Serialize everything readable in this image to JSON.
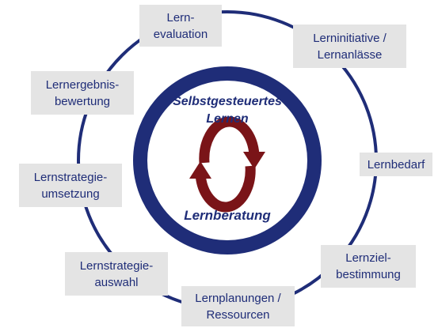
{
  "colors": {
    "ring": "#1f2d78",
    "arrows": "#7a1418",
    "box_fill": "#e4e4e4",
    "text": "#1f2d78"
  },
  "center": {
    "title_line1": "Selbstgesteuertes",
    "title_line2": "Lernen",
    "bottom_label": "Lernberatung",
    "icon": "cycle-arrows-icon"
  },
  "steps": [
    {
      "id": "evaluation",
      "lines": [
        "Lern-",
        "evaluation"
      ]
    },
    {
      "id": "initiative",
      "lines": [
        "Lerninitiative /",
        "Lernanlässe"
      ]
    },
    {
      "id": "bedarf",
      "lines": [
        "Lernbedarf"
      ]
    },
    {
      "id": "zielbestimmung",
      "lines": [
        "Lernziel-",
        "bestimmung"
      ]
    },
    {
      "id": "planungen",
      "lines": [
        "Lernplanungen /",
        "Ressourcen"
      ]
    },
    {
      "id": "auswahl",
      "lines": [
        "Lernstrategie-",
        "auswahl"
      ]
    },
    {
      "id": "umsetzung",
      "lines": [
        "Lernstrategie-",
        "umsetzung"
      ]
    },
    {
      "id": "bewertung",
      "lines": [
        "Lernergebnis-",
        "bewertung"
      ]
    }
  ]
}
